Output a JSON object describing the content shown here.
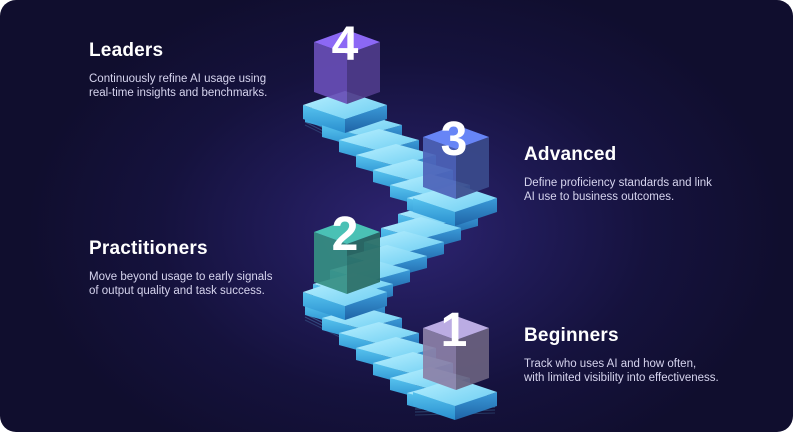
{
  "levels": [
    {
      "number": "4",
      "title": "Leaders",
      "description_lines": [
        "Continuously refine AI usage using",
        "real-time insights and benchmarks."
      ],
      "cube_color": "#7a5cd6"
    },
    {
      "number": "3",
      "title": "Advanced",
      "description_lines": [
        "Define proficiency standards and link",
        "AI use to business outcomes."
      ],
      "cube_color": "#5a74d8"
    },
    {
      "number": "2",
      "title": "Practitioners",
      "description_lines": [
        "Move beyond usage to early signals",
        "of output quality and task success."
      ],
      "cube_color": "#3fa89a"
    },
    {
      "number": "1",
      "title": "Beginners",
      "description_lines": [
        "Track who uses AI and how often,",
        "with limited visibility into effectiveness."
      ],
      "cube_color": "#a396c4"
    }
  ],
  "colors": {
    "background": "#15123d",
    "stair_top": "#9fe6ff",
    "stair_front": "#4fb6e6",
    "stair_side": "#2e7fc0"
  }
}
